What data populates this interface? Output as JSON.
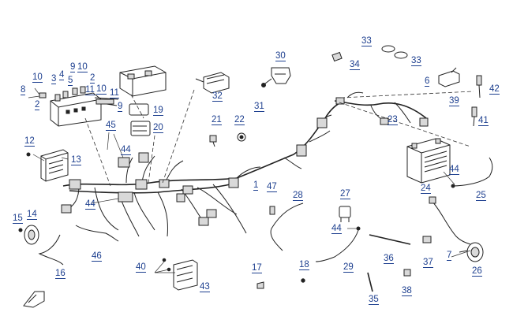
{
  "diagram": {
    "type": "exploded-parts-diagram",
    "subject": "wiring harness and electrical components",
    "labels": [
      {
        "id": "l1",
        "text": "1"
      },
      {
        "id": "l2a",
        "text": "2"
      },
      {
        "id": "l2b",
        "text": "2"
      },
      {
        "id": "l3",
        "text": "3"
      },
      {
        "id": "l4",
        "text": "4"
      },
      {
        "id": "l5",
        "text": "5"
      },
      {
        "id": "l6",
        "text": "6"
      },
      {
        "id": "l7",
        "text": "7"
      },
      {
        "id": "l8",
        "text": "8"
      },
      {
        "id": "l9a",
        "text": "9"
      },
      {
        "id": "l9b",
        "text": "9"
      },
      {
        "id": "l10a",
        "text": "10"
      },
      {
        "id": "l10b",
        "text": "10"
      },
      {
        "id": "l10c",
        "text": "10"
      },
      {
        "id": "l11a",
        "text": "11"
      },
      {
        "id": "l11b",
        "text": "11"
      },
      {
        "id": "l12",
        "text": "12"
      },
      {
        "id": "l13",
        "text": "13"
      },
      {
        "id": "l14",
        "text": "14"
      },
      {
        "id": "l15",
        "text": "15"
      },
      {
        "id": "l16",
        "text": "16"
      },
      {
        "id": "l17",
        "text": "17"
      },
      {
        "id": "l18",
        "text": "18"
      },
      {
        "id": "l19",
        "text": "19"
      },
      {
        "id": "l20",
        "text": "20"
      },
      {
        "id": "l21",
        "text": "21"
      },
      {
        "id": "l22",
        "text": "22"
      },
      {
        "id": "l23",
        "text": "23"
      },
      {
        "id": "l24",
        "text": "24"
      },
      {
        "id": "l25",
        "text": "25"
      },
      {
        "id": "l26",
        "text": "26"
      },
      {
        "id": "l27",
        "text": "27"
      },
      {
        "id": "l28",
        "text": "28"
      },
      {
        "id": "l29",
        "text": "29"
      },
      {
        "id": "l30",
        "text": "30"
      },
      {
        "id": "l31",
        "text": "31"
      },
      {
        "id": "l32",
        "text": "32"
      },
      {
        "id": "l33a",
        "text": "33"
      },
      {
        "id": "l33b",
        "text": "33"
      },
      {
        "id": "l34",
        "text": "34"
      },
      {
        "id": "l35",
        "text": "35"
      },
      {
        "id": "l36",
        "text": "36"
      },
      {
        "id": "l37",
        "text": "37"
      },
      {
        "id": "l38",
        "text": "38"
      },
      {
        "id": "l39",
        "text": "39"
      },
      {
        "id": "l40",
        "text": "40"
      },
      {
        "id": "l41",
        "text": "41"
      },
      {
        "id": "l42",
        "text": "42"
      },
      {
        "id": "l43",
        "text": "43"
      },
      {
        "id": "l44a",
        "text": "44"
      },
      {
        "id": "l44b",
        "text": "44"
      },
      {
        "id": "l44c",
        "text": "44"
      },
      {
        "id": "l44d",
        "text": "44"
      },
      {
        "id": "l45",
        "text": "45"
      },
      {
        "id": "l46",
        "text": "46"
      },
      {
        "id": "l47",
        "text": "47"
      }
    ],
    "colors": {
      "label": "#1d3f8f",
      "line": "#222222"
    }
  }
}
